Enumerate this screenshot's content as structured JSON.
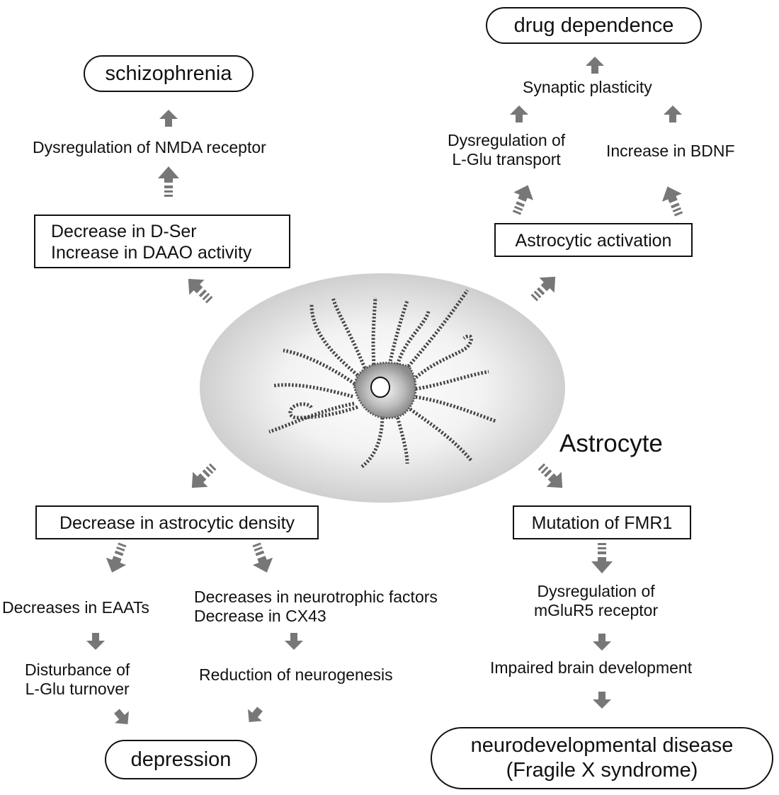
{
  "cell_label": "Astrocyte",
  "schizophrenia": {
    "outcome": "schizophrenia",
    "mechanism": "Dysregulation of NMDA receptor",
    "box_lines": [
      "Decrease in D-Ser",
      "Increase in DAAO activity"
    ]
  },
  "drug_dependence": {
    "outcome": "drug dependence",
    "synaptic": "Synaptic plasticity",
    "left_lines": [
      "Dysregulation of",
      "L-Glu transport"
    ],
    "right": "Increase in BDNF",
    "box": "Astrocytic activation"
  },
  "depression": {
    "box": "Decrease in astrocytic density",
    "eaats": "Decreases in EAATs",
    "neurotrophic_lines": [
      "Decreases in neurotrophic factors",
      "Decrease in CX43"
    ],
    "disturbance_lines": [
      "Disturbance of",
      "L-Glu turnover"
    ],
    "neurogenesis": "Reduction of neurogenesis",
    "outcome": "depression"
  },
  "fragile_x": {
    "box": "Mutation of FMR1",
    "mglur_lines": [
      "Dysregulation of",
      "mGluR5 receptor"
    ],
    "impaired": "Impaired brain development",
    "outcome_lines": [
      "neurodevelopmental disease",
      "(Fragile X syndrome)"
    ]
  },
  "colors": {
    "arrow": "#777777",
    "outline": "#111111",
    "ellipse_center": "#ffffff",
    "ellipse_edge": "#c9c9c9"
  },
  "icons": [
    "solid-arrow-icon",
    "dashed-arrow-icon",
    "astrocyte-cell-icon"
  ]
}
